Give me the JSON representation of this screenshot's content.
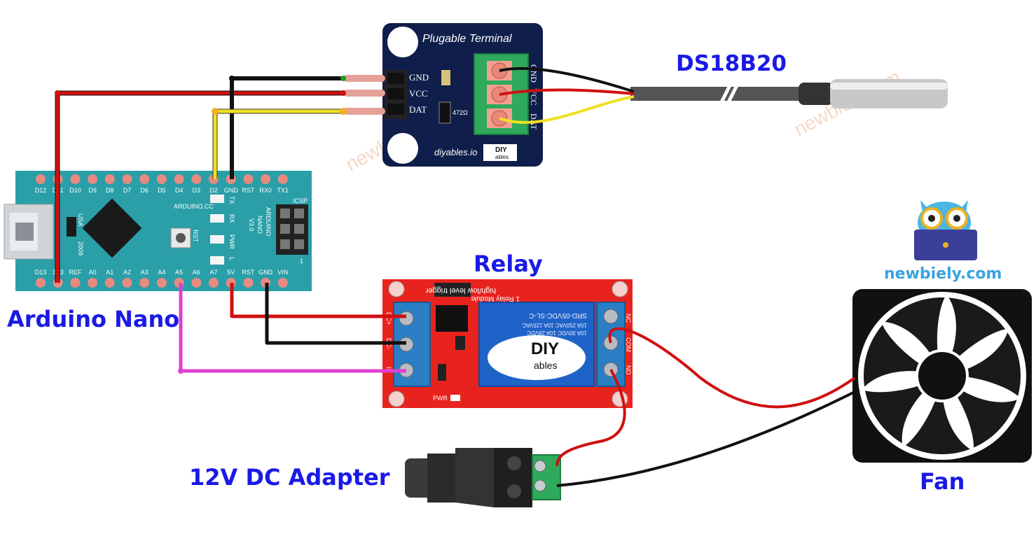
{
  "labels": {
    "arduino": "Arduino Nano",
    "ds18b20": "DS18B20",
    "relay": "Relay",
    "adapter": "12V DC Adapter",
    "fan": "Fan"
  },
  "terminal_board": {
    "title": "Plugable Terminal",
    "pins": [
      "GND",
      "VCC",
      "DAT"
    ],
    "resistor": "472Ω",
    "brand": "diyables.io",
    "logo_top": "DIY",
    "logo_bottom": "ables",
    "screw_labels": [
      "GND",
      "VCC",
      "DAT"
    ]
  },
  "nano": {
    "top_pins": [
      "D12",
      "D11",
      "D10",
      "D9",
      "D8",
      "D7",
      "D6",
      "D5",
      "D4",
      "D3",
      "D2",
      "GND",
      "RST",
      "RX0",
      "TX1"
    ],
    "bottom_pins": [
      "D13",
      "3V3",
      "REF",
      "A0",
      "A1",
      "A2",
      "A3",
      "A4",
      "A5",
      "A6",
      "A7",
      "5V",
      "RST",
      "GND",
      "VIN"
    ],
    "silk_usa": "USA",
    "silk_year": "2009",
    "silk_arduino_cc": "ARDUINO.CC",
    "silk_rst": "RST",
    "silk_tx": "TX",
    "silk_rx": "RX",
    "silk_pwr": "PWR",
    "silk_l": "L",
    "silk_name": "ARDUINO",
    "silk_model": "NANO",
    "silk_version": "V3.0",
    "silk_icsp": "ICSP",
    "silk_one": "1"
  },
  "relay_module": {
    "title": "1 Relay Module",
    "trigger": "high/low level trigger",
    "relay_model": "SRD-05VDC-SL-C",
    "ratings": [
      "10A 250VAC  10A 125VAC",
      "10A 30VDC  10A 28VDC"
    ],
    "logo_top": "DIY",
    "logo_bottom": "ables",
    "input_pins": [
      "DC+",
      "DC-",
      "IN"
    ],
    "output_pins": [
      "NC",
      "COM",
      "NO"
    ],
    "pwr": "PWR"
  },
  "brand": {
    "name": "newbiely.com",
    "watermark": "newbiely.com"
  },
  "colors": {
    "label_blue": "#1a1ae6",
    "wire_red": "#d01010",
    "wire_black": "#111111",
    "wire_yellow": "#f0e020",
    "wire_magenta": "#e040d0",
    "nano_board": "#2a9fa8",
    "relay_board": "#e8231e",
    "terminal_board": "#0f1e4a"
  },
  "icons": [
    "owl-logo-icon",
    "fan-icon",
    "dc-jack-icon",
    "temperature-probe-icon"
  ]
}
